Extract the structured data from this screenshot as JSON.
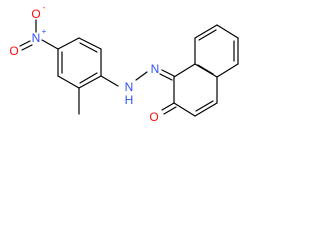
{
  "molecule": {
    "atoms": {
      "nitro_o_top": "O",
      "nitro_o_charge": "-",
      "nitro_n": "N",
      "nitro_n_charge": "+",
      "nitro_o_left": "O",
      "hydrazone_nh_n": "N",
      "hydrazone_nh_h": "H",
      "azomethine_n": "N",
      "carbonyl_o": "O"
    },
    "colors": {
      "bond": "#000000",
      "carbon": "#000000",
      "nitrogen": "#3050F8",
      "oxygen": "#FF0D0D"
    }
  }
}
